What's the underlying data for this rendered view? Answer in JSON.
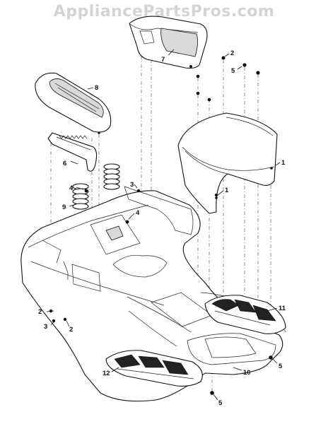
{
  "watermark": "AppliancePartsPros.com",
  "callouts": [
    {
      "id": "c1a",
      "text": "1"
    },
    {
      "id": "c1b",
      "text": "1"
    },
    {
      "id": "c2a",
      "text": "2"
    },
    {
      "id": "c2b",
      "text": "2"
    },
    {
      "id": "c2c",
      "text": "2"
    },
    {
      "id": "c3a",
      "text": "3"
    },
    {
      "id": "c3b",
      "text": "3"
    },
    {
      "id": "c4a",
      "text": "4"
    },
    {
      "id": "c4b",
      "text": "4"
    },
    {
      "id": "c5a",
      "text": "5"
    },
    {
      "id": "c5b",
      "text": "5"
    },
    {
      "id": "c5c",
      "text": "5"
    },
    {
      "id": "c6",
      "text": "6"
    },
    {
      "id": "c7",
      "text": "7"
    },
    {
      "id": "c8",
      "text": "8"
    },
    {
      "id": "c9",
      "text": "9"
    },
    {
      "id": "c10",
      "text": "10"
    },
    {
      "id": "c11",
      "text": "11"
    },
    {
      "id": "c12",
      "text": "12"
    }
  ]
}
